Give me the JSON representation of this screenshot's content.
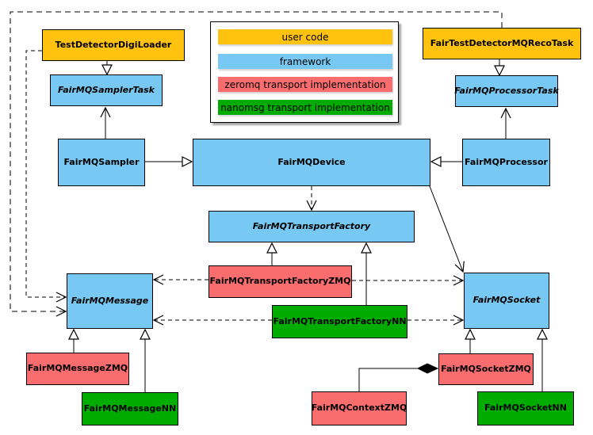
{
  "legend": {
    "items": [
      {
        "key": "user",
        "label": "user code",
        "color": "#FFC20E"
      },
      {
        "key": "framework",
        "label": "framework",
        "color": "#77C8F2"
      },
      {
        "key": "zeromq",
        "label": "zeromq transport implementation",
        "color": "#F96D6F"
      },
      {
        "key": "nanomsg",
        "label": "nanomsg transport implementation",
        "color": "#00AC00"
      }
    ]
  },
  "nodes": {
    "testDetectorDigiLoader": {
      "label": "TestDetectorDigiLoader",
      "category": "user",
      "abstract": false
    },
    "fairTestDetectorMQRecoTask": {
      "label": "FairTestDetectorMQRecoTask",
      "category": "user",
      "abstract": false
    },
    "fairMQSamplerTask": {
      "label": "FairMQSamplerTask",
      "category": "framework",
      "abstract": true
    },
    "fairMQProcessorTask": {
      "label": "FairMQProcessorTask",
      "category": "framework",
      "abstract": true
    },
    "fairMQSampler": {
      "label": "FairMQSampler",
      "category": "framework",
      "abstract": false
    },
    "fairMQDevice": {
      "label": "FairMQDevice",
      "category": "framework",
      "abstract": false
    },
    "fairMQProcessor": {
      "label": "FairMQProcessor",
      "category": "framework",
      "abstract": false
    },
    "fairMQTransportFactory": {
      "label": "FairMQTransportFactory",
      "category": "framework",
      "abstract": true
    },
    "fairMQTransportFactoryZMQ": {
      "label": "FairMQTransportFactoryZMQ",
      "category": "zeromq",
      "abstract": false
    },
    "fairMQTransportFactoryNN": {
      "label": "FairMQTransportFactoryNN",
      "category": "nanomsg",
      "abstract": false
    },
    "fairMQMessage": {
      "label": "FairMQMessage",
      "category": "framework",
      "abstract": true
    },
    "fairMQSocket": {
      "label": "FairMQSocket",
      "category": "framework",
      "abstract": true
    },
    "fairMQMessageZMQ": {
      "label": "FairMQMessageZMQ",
      "category": "zeromq",
      "abstract": false
    },
    "fairMQMessageNN": {
      "label": "FairMQMessageNN",
      "category": "nanomsg",
      "abstract": false
    },
    "fairMQSocketZMQ": {
      "label": "FairMQSocketZMQ",
      "category": "zeromq",
      "abstract": false
    },
    "fairMQContextZMQ": {
      "label": "FairMQContextZMQ",
      "category": "zeromq",
      "abstract": false
    },
    "fairMQSocketNN": {
      "label": "FairMQSocketNN",
      "category": "nanomsg",
      "abstract": false
    }
  }
}
